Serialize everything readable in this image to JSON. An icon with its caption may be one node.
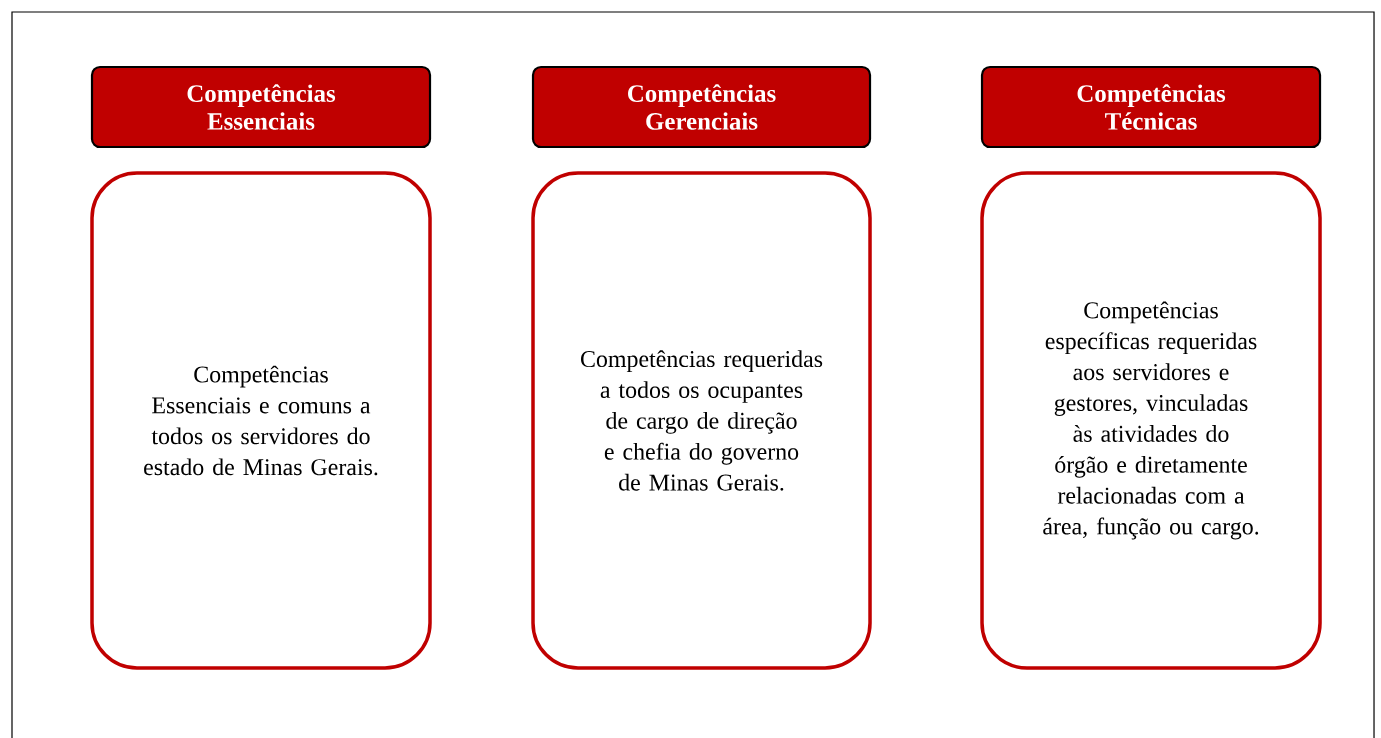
{
  "diagram": {
    "nodes": [
      {
        "text": [
          "Competências Essenciais"
        ]
      },
      {
        "text": [
          "Competências Essenciais e comuns a todos os servidores do estado de Minas Gerais."
        ]
      },
      {
        "text": [
          "Competências Gerenciais"
        ]
      },
      {
        "text": [
          "Competências requeridas a todos os ocupantes de cargo de direção e chefia do governo de Minas Gerais."
        ]
      },
      {
        "text": [
          "Competências Técnicas"
        ]
      },
      {
        "text": [
          "Competências específicas requeridas aos servidores e gestores, vinculadas às atividades do órgão e diretamente relacionadas com a área, função ou cargo."
        ]
      }
    ]
  }
}
